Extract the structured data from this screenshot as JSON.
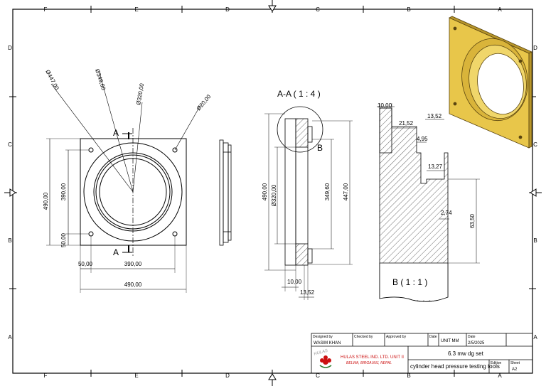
{
  "zones": {
    "top": [
      "F",
      "E",
      "D",
      "C",
      "B",
      "A"
    ],
    "side": [
      "D",
      "C",
      "B",
      "A"
    ]
  },
  "front_view": {
    "diameters": [
      "Ø447,00",
      "Ø349,60",
      "Ø320,00",
      "Ø20,00"
    ],
    "dims": {
      "height_outer": "490,00",
      "height_inner": "390,00",
      "offset_bottom": "50,00",
      "offset_left": "50,00",
      "width_inner": "390,00",
      "width_outer": "490,00"
    },
    "section_marks": [
      "A",
      "A"
    ]
  },
  "section_view": {
    "title": "A-A ( 1 : 4 )",
    "detail_callout": "B",
    "dims": {
      "total_height": "490,00",
      "bore": "Ø320,00",
      "inner": "349,60",
      "outer": "447,00",
      "flange": "10,00",
      "lip": "13,52"
    }
  },
  "detail_view": {
    "title": "B ( 1 : 1 )",
    "dims": {
      "d1": "10,00",
      "d2": "21,52",
      "d3": "13,52",
      "d4": "4,95",
      "d5": "13,27",
      "d6": "2,74",
      "d7": "63,50"
    }
  },
  "title_block": {
    "designed_by_label": "Designed by",
    "designed_by": "WASIM KHAN",
    "checked_by_label": "Checked by",
    "approved_by_label": "Approved by",
    "date_label": "Date",
    "unit": "UNIT MM",
    "date_label2": "Date",
    "date": "2/5/2025",
    "company_line1": "HULAS STEEL IND. LTD. UNIT II",
    "company_line2": "BELWA, BIRGAUNJ, NEPAL",
    "logo_text": "HULAS",
    "project": "6.3  mw dg set",
    "drawing_title": "cylinder head pressure testing tools",
    "edition_label": "Edition",
    "edition": "",
    "sheet_label": "Sheet",
    "sheet": "A2"
  },
  "colors": {
    "line": "#000000",
    "iso_fill": "#e8c64a",
    "iso_dark": "#b8962a",
    "logo_red": "#cc1111"
  }
}
